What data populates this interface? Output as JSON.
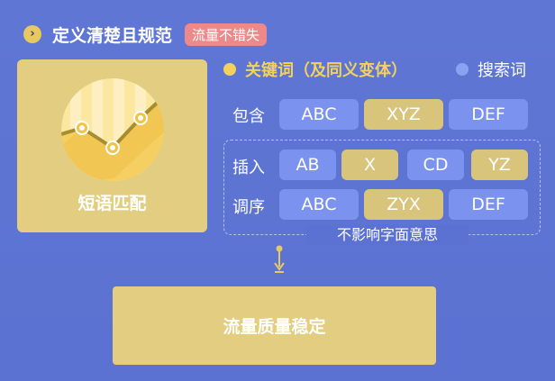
{
  "header": {
    "title": "定义清楚且规范",
    "badge": "流量不错失"
  },
  "card": {
    "label": "短语匹配"
  },
  "legend": {
    "keyword": "关键词（及同义变体）",
    "search": "搜索词"
  },
  "rows": {
    "include": {
      "label": "包含",
      "chips": [
        "ABC",
        "XYZ",
        "DEF"
      ]
    },
    "insert": {
      "label": "插入",
      "chips": [
        "AB",
        "X",
        "CD",
        "YZ"
      ]
    },
    "order": {
      "label": "调序",
      "chips": [
        "ABC",
        "ZYX",
        "DEF"
      ]
    }
  },
  "note": "不影响字面意思",
  "result": "流量质量稳定",
  "colors": {
    "background": "#5b72d2",
    "gold": "#e2cd80",
    "chip_gold": "#d9c47c",
    "chip_blue": "#7b93ef",
    "badge": "#ee8989",
    "legend_keyword": "#f2d25c",
    "legend_search": "#8aa2f2"
  },
  "icons": {
    "header": "chevron-right-icon",
    "card": "line-chart-icon",
    "connector": "down-arrow-icon"
  }
}
